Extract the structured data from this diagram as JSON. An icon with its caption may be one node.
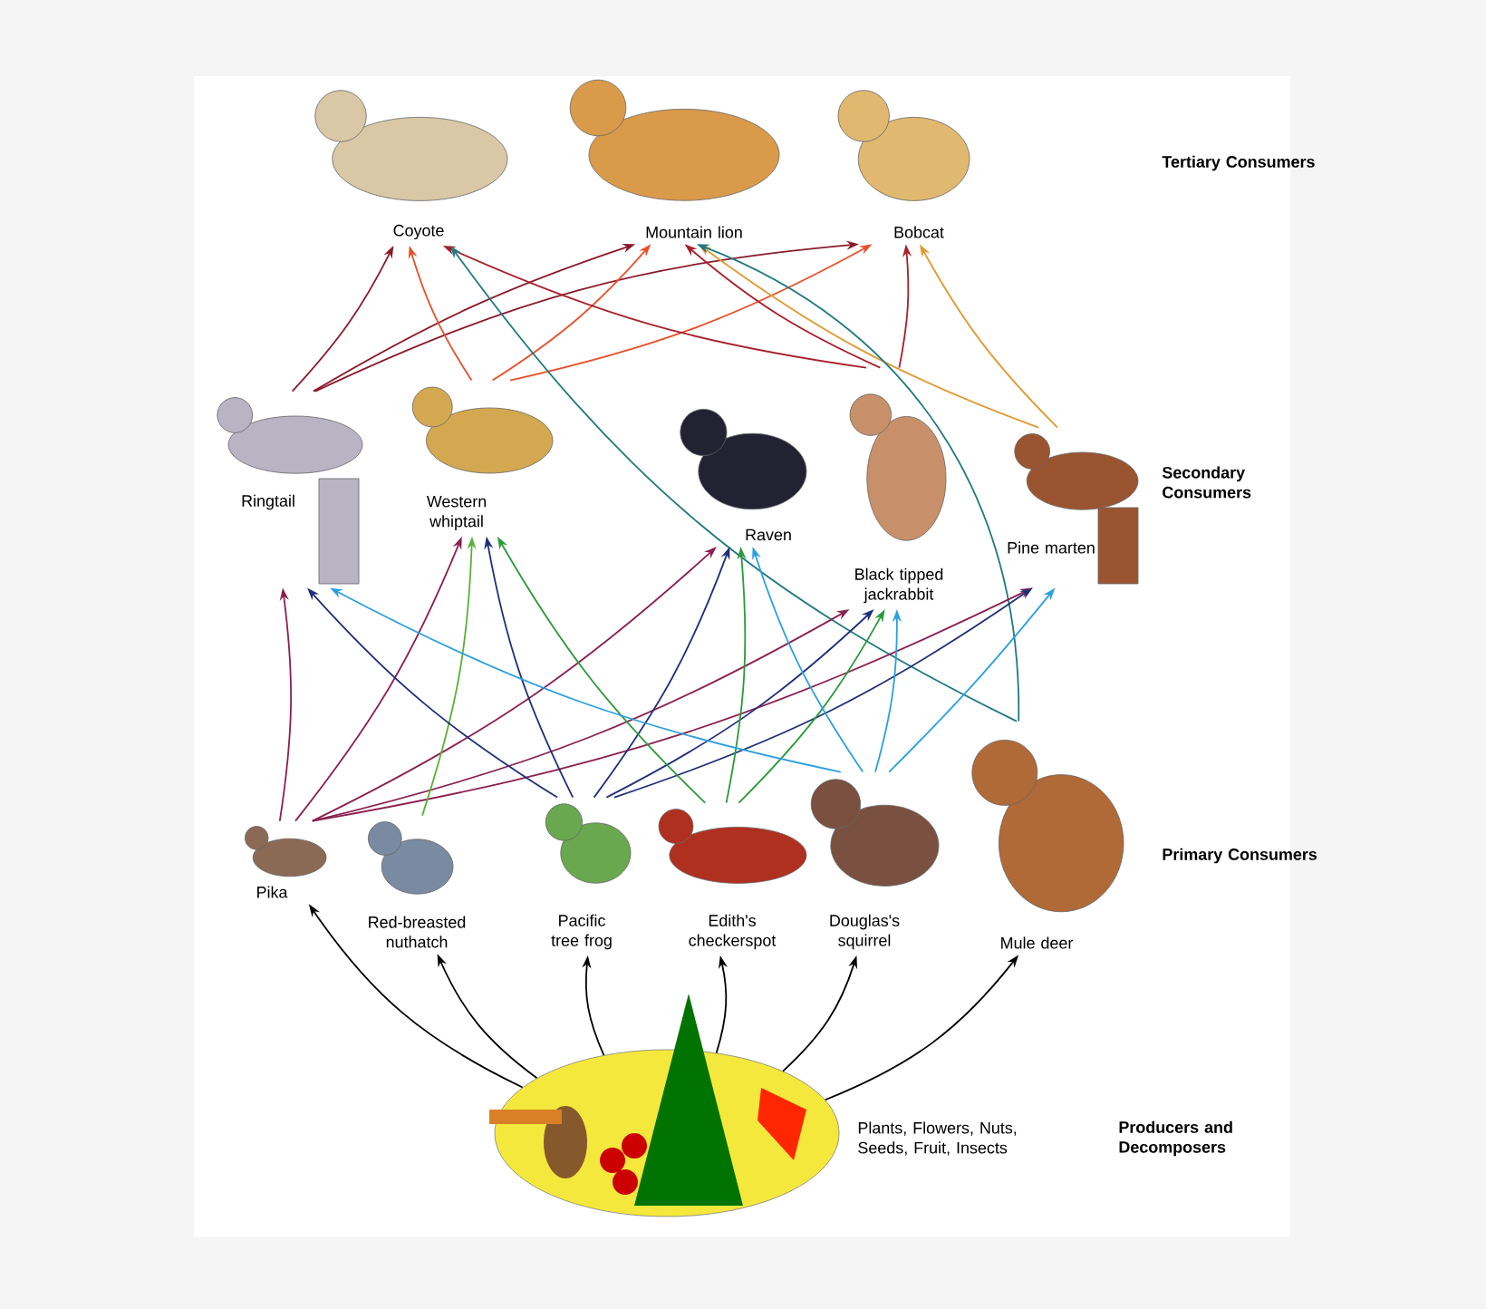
{
  "diagram": {
    "nodes": [
      {
        "text": [
          "Coyote"
        ]
      },
      {
        "text": [
          "Mountain lion"
        ]
      },
      {
        "text": [
          "Bobcat"
        ]
      },
      {
        "text": [
          "Ringtail"
        ]
      },
      {
        "text": [
          "Western whiptail"
        ]
      },
      {
        "text": [
          "Raven"
        ]
      },
      {
        "text": [
          "Black tipped jackrabbit"
        ]
      },
      {
        "text": [
          "Pine marten"
        ]
      },
      {
        "text": [
          "Pika"
        ]
      },
      {
        "text": [
          "Red-breasted nuthatch"
        ]
      },
      {
        "text": [
          "Pacific tree frog"
        ]
      },
      {
        "text": [
          "Edith's checkerspot"
        ]
      },
      {
        "text": [
          "Douglas's squirrel"
        ]
      },
      {
        "text": [
          "Mule deer"
        ]
      },
      {
        "text": [],
        "shape": "picture",
        "beside": [
          "Plants, Flowers, Nuts, Seeds, Fruit, Insects"
        ]
      }
    ],
    "edges": [
      {
        "from": 3,
        "to": 0,
        "arrow": "to",
        "color": "#8b1a2a"
      },
      {
        "from": 3,
        "to": 1,
        "arrow": "to",
        "color": "#8b1a2a"
      },
      {
        "from": 3,
        "to": 2,
        "arrow": "to",
        "color": "#8b1a2a"
      },
      {
        "from": 4,
        "to": 0,
        "arrow": "to",
        "color": "#e8502a"
      },
      {
        "from": 4,
        "to": 1,
        "arrow": "to",
        "color": "#e8502a"
      },
      {
        "from": 4,
        "to": 2,
        "arrow": "to",
        "color": "#e8502a"
      },
      {
        "from": 6,
        "to": 0,
        "arrow": "to",
        "color": "#a8202a"
      },
      {
        "from": 6,
        "to": 1,
        "arrow": "to",
        "color": "#a8202a"
      },
      {
        "from": 6,
        "to": 2,
        "arrow": "to",
        "color": "#a8202a"
      },
      {
        "from": 7,
        "to": 1,
        "arrow": "to",
        "color": "#e09a30"
      },
      {
        "from": 7,
        "to": 2,
        "arrow": "to",
        "color": "#e09a30"
      },
      {
        "from": 13,
        "to": 0,
        "arrow": "to",
        "color": "#1f7a80"
      },
      {
        "from": 13,
        "to": 1,
        "arrow": "to",
        "color": "#1f7a80"
      },
      {
        "from": 8,
        "to": 3,
        "arrow": "to",
        "color": "#8a2050"
      },
      {
        "from": 8,
        "to": 4,
        "arrow": "to",
        "color": "#8a2050"
      },
      {
        "from": 8,
        "to": 5,
        "arrow": "to",
        "color": "#8a2050"
      },
      {
        "from": 8,
        "to": 6,
        "arrow": "to",
        "color": "#8a2050"
      },
      {
        "from": 8,
        "to": 7,
        "arrow": "to",
        "color": "#8a2050"
      },
      {
        "from": 9,
        "to": 4,
        "arrow": "to",
        "color": "#5ab03a"
      },
      {
        "from": 10,
        "to": 3,
        "arrow": "to",
        "color": "#1f2f7a"
      },
      {
        "from": 10,
        "to": 4,
        "arrow": "to",
        "color": "#1f2f7a"
      },
      {
        "from": 10,
        "to": 5,
        "arrow": "to",
        "color": "#1f2f7a"
      },
      {
        "from": 10,
        "to": 6,
        "arrow": "to",
        "color": "#1f2f7a"
      },
      {
        "from": 10,
        "to": 7,
        "arrow": "to",
        "color": "#1f2f7a"
      },
      {
        "from": 11,
        "to": 4,
        "arrow": "to",
        "color": "#2a9a3a"
      },
      {
        "from": 11,
        "to": 5,
        "arrow": "to",
        "color": "#2a9a3a"
      },
      {
        "from": 11,
        "to": 6,
        "arrow": "to",
        "color": "#2a9a3a"
      },
      {
        "from": 12,
        "to": 3,
        "arrow": "to",
        "color": "#2aa0e0"
      },
      {
        "from": 12,
        "to": 5,
        "arrow": "to",
        "color": "#2aa0e0"
      },
      {
        "from": 12,
        "to": 6,
        "arrow": "to",
        "color": "#2aa0e0"
      },
      {
        "from": 12,
        "to": 7,
        "arrow": "to",
        "color": "#2aa0e0"
      },
      {
        "from": 14,
        "to": 8,
        "arrow": "to"
      },
      {
        "from": 14,
        "to": 9,
        "arrow": "to"
      },
      {
        "from": 14,
        "to": 10,
        "arrow": "to"
      },
      {
        "from": 14,
        "to": 11,
        "arrow": "to"
      },
      {
        "from": 14,
        "to": 12,
        "arrow": "to"
      },
      {
        "from": 14,
        "to": 13,
        "arrow": "to"
      }
    ],
    "labels": [
      "Tertiary Consumers",
      "Secondary Consumers",
      "Primary Consumers",
      "Producers and Decomposers"
    ]
  }
}
